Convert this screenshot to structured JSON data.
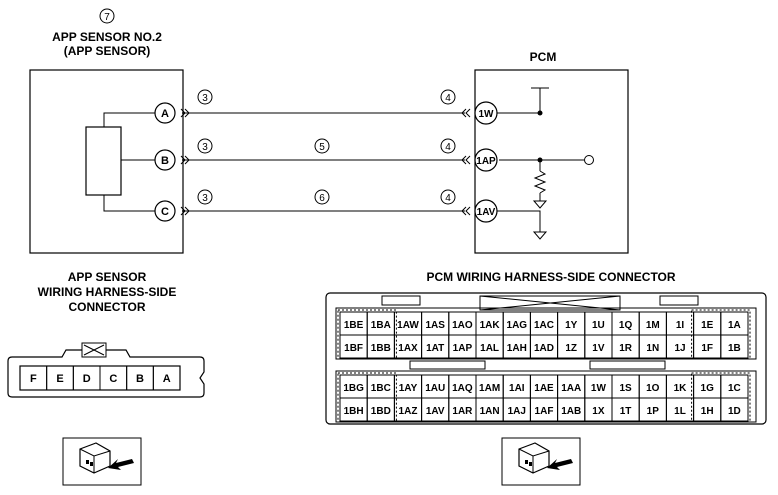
{
  "sensor": {
    "ref_number": "7",
    "title_line1": "APP SENSOR NO.2",
    "title_line2": "(APP SENSOR)",
    "pins": [
      "A",
      "B",
      "C"
    ]
  },
  "pcm": {
    "title": "PCM",
    "pins": [
      "1W",
      "1AP",
      "1AV"
    ]
  },
  "wire_refs": {
    "left": [
      "3",
      "3",
      "3"
    ],
    "right": [
      "4",
      "4",
      "4"
    ],
    "middle": [
      "",
      "5",
      "6"
    ]
  },
  "app_connector": {
    "caption_line1": "APP SENSOR",
    "caption_line2": "WIRING HARNESS-SIDE",
    "caption_line3": "CONNECTOR",
    "pins": [
      "F",
      "E",
      "D",
      "C",
      "B",
      "A"
    ]
  },
  "pcm_connector": {
    "caption": "PCM WIRING HARNESS-SIDE CONNECTOR",
    "rows": [
      [
        "1BE",
        "1BA",
        "1AW",
        "1AS",
        "1AO",
        "1AK",
        "1AG",
        "1AC",
        "1Y",
        "1U",
        "1Q",
        "1M",
        "1I",
        "1E",
        "1A"
      ],
      [
        "1BF",
        "1BB",
        "1AX",
        "1AT",
        "1AP",
        "1AL",
        "1AH",
        "1AD",
        "1Z",
        "1V",
        "1R",
        "1N",
        "1J",
        "1F",
        "1B"
      ],
      [
        "1BG",
        "1BC",
        "1AY",
        "1AU",
        "1AQ",
        "1AM",
        "1AI",
        "1AE",
        "1AA",
        "1W",
        "1S",
        "1O",
        "1K",
        "1G",
        "1C"
      ],
      [
        "1BH",
        "1BD",
        "1AZ",
        "1AV",
        "1AR",
        "1AN",
        "1AJ",
        "1AF",
        "1AB",
        "1X",
        "1T",
        "1P",
        "1L",
        "1H",
        "1D"
      ]
    ]
  }
}
